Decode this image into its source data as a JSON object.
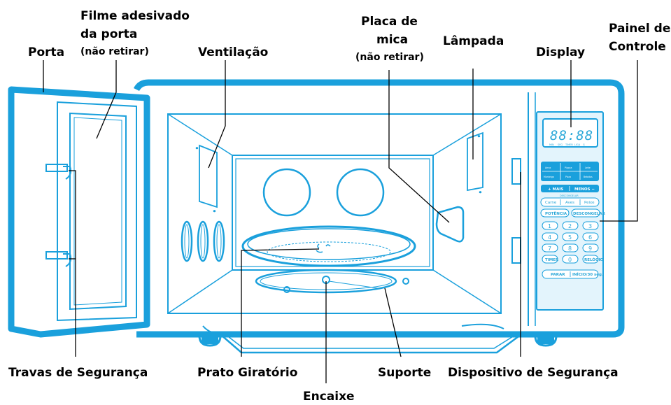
{
  "labels": {
    "porta": "Porta",
    "filme_l1": "Filme adesivado",
    "filme_l2": "da porta",
    "filme_l3": "(não retirar)",
    "ventilacao": "Ventilação",
    "placa_l1": "Placa de",
    "placa_l2": "mica",
    "placa_l3": "(não retirar)",
    "lampada": "Lâmpada",
    "display": "Display",
    "painel_l1": "Painel de",
    "painel_l2": "Controle",
    "travas": "Travas de Segurança",
    "prato": "Prato Giratório",
    "encaixe": "Encaixe",
    "suporte": "Suporte",
    "dispositivo": "Dispositivo de Segurança"
  },
  "panel": {
    "display_readout": "88:88",
    "display_indicators": [
      "MIN",
      "SEG",
      "TIMER",
      "LIGA",
      "G"
    ],
    "menu_buttons": [
      "Arroz",
      "Pipoca",
      "Leite",
      "Manteiga",
      "Pizza",
      "Bebidas"
    ],
    "mais": "+ MAIS",
    "menos": "MENOS −",
    "descongelar_title": "DESCONGELAR",
    "descongelar_options": [
      "Carne",
      "Aves",
      "Peixe"
    ],
    "potencia": "POTÊNCIA",
    "descongelar_btn": "DESCONGELAR",
    "keypad": [
      "1",
      "2",
      "3",
      "4",
      "5",
      "6",
      "7",
      "8",
      "9"
    ],
    "timer": "TIMER",
    "zero": "0",
    "relogio": "RELÓGIO",
    "parar": "PARAR",
    "iniciar": "INÍCIO/30 seg."
  },
  "colors": {
    "outline": "#1aa0dc",
    "fill_light": "#e3f4fc",
    "line": "#000000"
  }
}
